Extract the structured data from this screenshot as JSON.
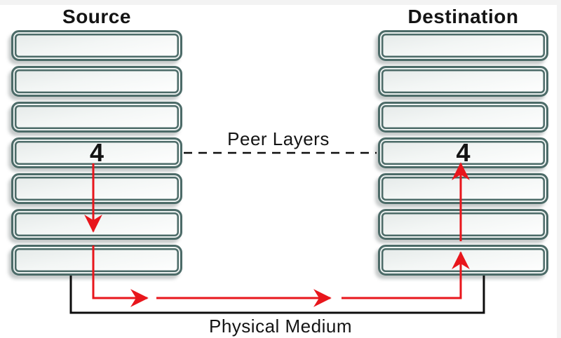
{
  "diagram": {
    "source": {
      "title": "Source",
      "layers": [
        "",
        "",
        "",
        "4",
        "",
        "",
        ""
      ]
    },
    "destination": {
      "title": "Destination",
      "layers": [
        "",
        "",
        "",
        "4",
        "",
        "",
        ""
      ]
    },
    "peer_layers_label": "Peer Layers",
    "physical_medium_label": "Physical Medium",
    "layer_count_per_stack": 7,
    "numbered_layer": "4"
  },
  "colors": {
    "arrow_red": "#e8161c",
    "line_black": "#0d0d0d",
    "box_border": "#4c6b68",
    "box_fill_top": "#e4e9e8",
    "box_fill_bottom": "#ffffff",
    "text": "#141414",
    "edge_strip": "#f3f3f3"
  }
}
